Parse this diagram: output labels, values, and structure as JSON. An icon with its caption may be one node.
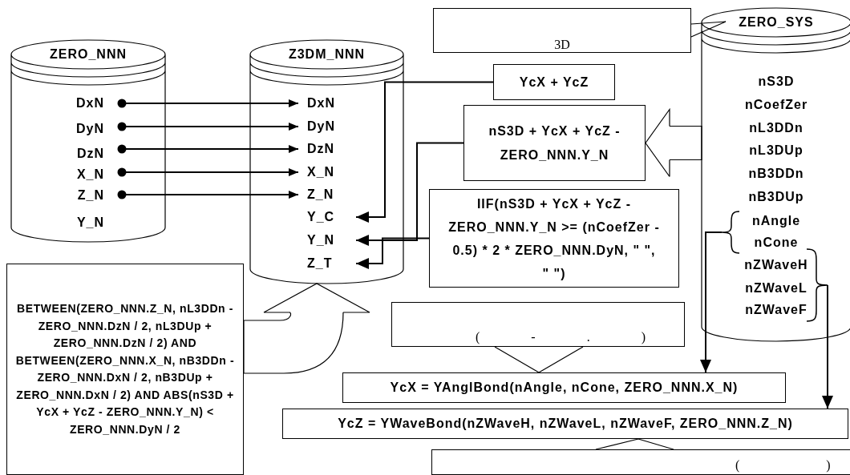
{
  "diagram": {
    "nodes": [
      {
        "text": [
          "ZERO_NNN"
        ]
      },
      {
        "text": [
          "DxN"
        ],
        "in": 0
      },
      {
        "text": [
          "DyN"
        ],
        "in": 0
      },
      {
        "text": [
          "DzN"
        ],
        "in": 0
      },
      {
        "text": [
          "X_N"
        ],
        "in": 0
      },
      {
        "text": [
          "Z_N"
        ],
        "in": 0
      },
      {
        "text": [
          "Y_N"
        ],
        "in": 0
      },
      {
        "text": [
          "Z3DM_NNN"
        ]
      },
      {
        "text": [
          "DxN"
        ],
        "in": 7
      },
      {
        "text": [
          "DyN"
        ],
        "in": 7
      },
      {
        "text": [
          "DzN"
        ],
        "in": 7
      },
      {
        "text": [
          "X_N"
        ],
        "in": 7
      },
      {
        "text": [
          "Z_N"
        ],
        "in": 7
      },
      {
        "text": [
          "Y_C"
        ],
        "in": 7
      },
      {
        "text": [
          "Y_N"
        ],
        "in": 7
      },
      {
        "text": [
          "Z_T"
        ],
        "in": 7
      },
      {
        "text": [
          "3D"
        ]
      },
      {
        "text": [
          "ZERO_SYS"
        ]
      },
      {
        "text": [
          "nS3D"
        ],
        "in": 17
      },
      {
        "text": [
          "nCoefZer"
        ],
        "in": 17
      },
      {
        "text": [
          "nL3DDn"
        ],
        "in": 17
      },
      {
        "text": [
          "nL3DUp"
        ],
        "in": 17
      },
      {
        "text": [
          "nB3DDn"
        ],
        "in": 17
      },
      {
        "text": [
          "nB3DUp"
        ],
        "in": 17
      },
      {
        "text": [
          "nAngle"
        ],
        "in": 17
      },
      {
        "text": [
          "nCone"
        ],
        "in": 17
      },
      {
        "text": [
          "nZWaveH"
        ],
        "in": 17
      },
      {
        "text": [
          "nZWaveL"
        ],
        "in": 17
      },
      {
        "text": [
          "nZWaveF"
        ],
        "in": 17
      },
      {
        "text": [
          "YcX + YcZ"
        ]
      },
      {
        "text": [
          "nS3D + YcX + YcZ - ZERO_NNN.Y_N"
        ]
      },
      {
        "text": [
          "IIF(nS3D + YcX + YcZ - ZERO_NNN.Y_N >= (nCoefZer - 0.5) * 2 * ZERO_NNN.DyN, \" \", \" \")"
        ]
      },
      {
        "text": [
          "BETWEEN(ZERO_NNN.Z_N, nL3DDn - ZERO_NNN.DzN / 2, nL3DUp + ZERO_NNN.DzN / 2) AND BETWEEN(ZERO_NNN.X_N, nB3DDn - ZERO_NNN.DxN / 2, nB3DUp + ZERO_NNN.DxN / 2) AND ABS(nS3D + YcX + YcZ - ZERO_NNN.Y_N) < ZERO_NNN.DyN / 2"
        ]
      },
      {
        "text": [
          "( - . )"
        ]
      },
      {
        "text": [
          "YcX = YAnglBond(nAngle, nCone, ZERO_NNN.X_N)"
        ]
      },
      {
        "text": [
          "YcZ = YWaveBond(nZWaveH, nZWaveL, nZWaveF, ZERO_NNN.Z_N)"
        ]
      },
      {
        "text": [
          "( )"
        ]
      },
      {
        "text": [],
        "shape": "brace",
        "in": 17
      },
      {
        "text": [],
        "shape": "brace",
        "in": 17
      }
    ],
    "edges": [
      {
        "from": 1,
        "to": 8,
        "arrow": "to"
      },
      {
        "from": 2,
        "to": 9,
        "arrow": "to"
      },
      {
        "from": 3,
        "to": 10,
        "arrow": "to"
      },
      {
        "from": 4,
        "to": 11,
        "arrow": "to"
      },
      {
        "from": 5,
        "to": 12,
        "arrow": "to"
      },
      {
        "from": 29,
        "to": 13,
        "arrow": "to"
      },
      {
        "from": 30,
        "to": 14,
        "arrow": "to"
      },
      {
        "from": 31,
        "to": 15,
        "arrow": "to"
      },
      {
        "from": 17,
        "to": 30,
        "arrow": "to"
      },
      {
        "from": 32,
        "to": 7,
        "arrow": "to"
      },
      {
        "from": 16,
        "to": 17,
        "arrow": "none"
      },
      {
        "from": 33,
        "to": 34,
        "arrow": "none"
      },
      {
        "from": 36,
        "to": 35,
        "arrow": "none"
      },
      {
        "from": 37,
        "to": 34,
        "arrow": "to"
      },
      {
        "from": 38,
        "to": 35,
        "arrow": "to"
      }
    ]
  }
}
